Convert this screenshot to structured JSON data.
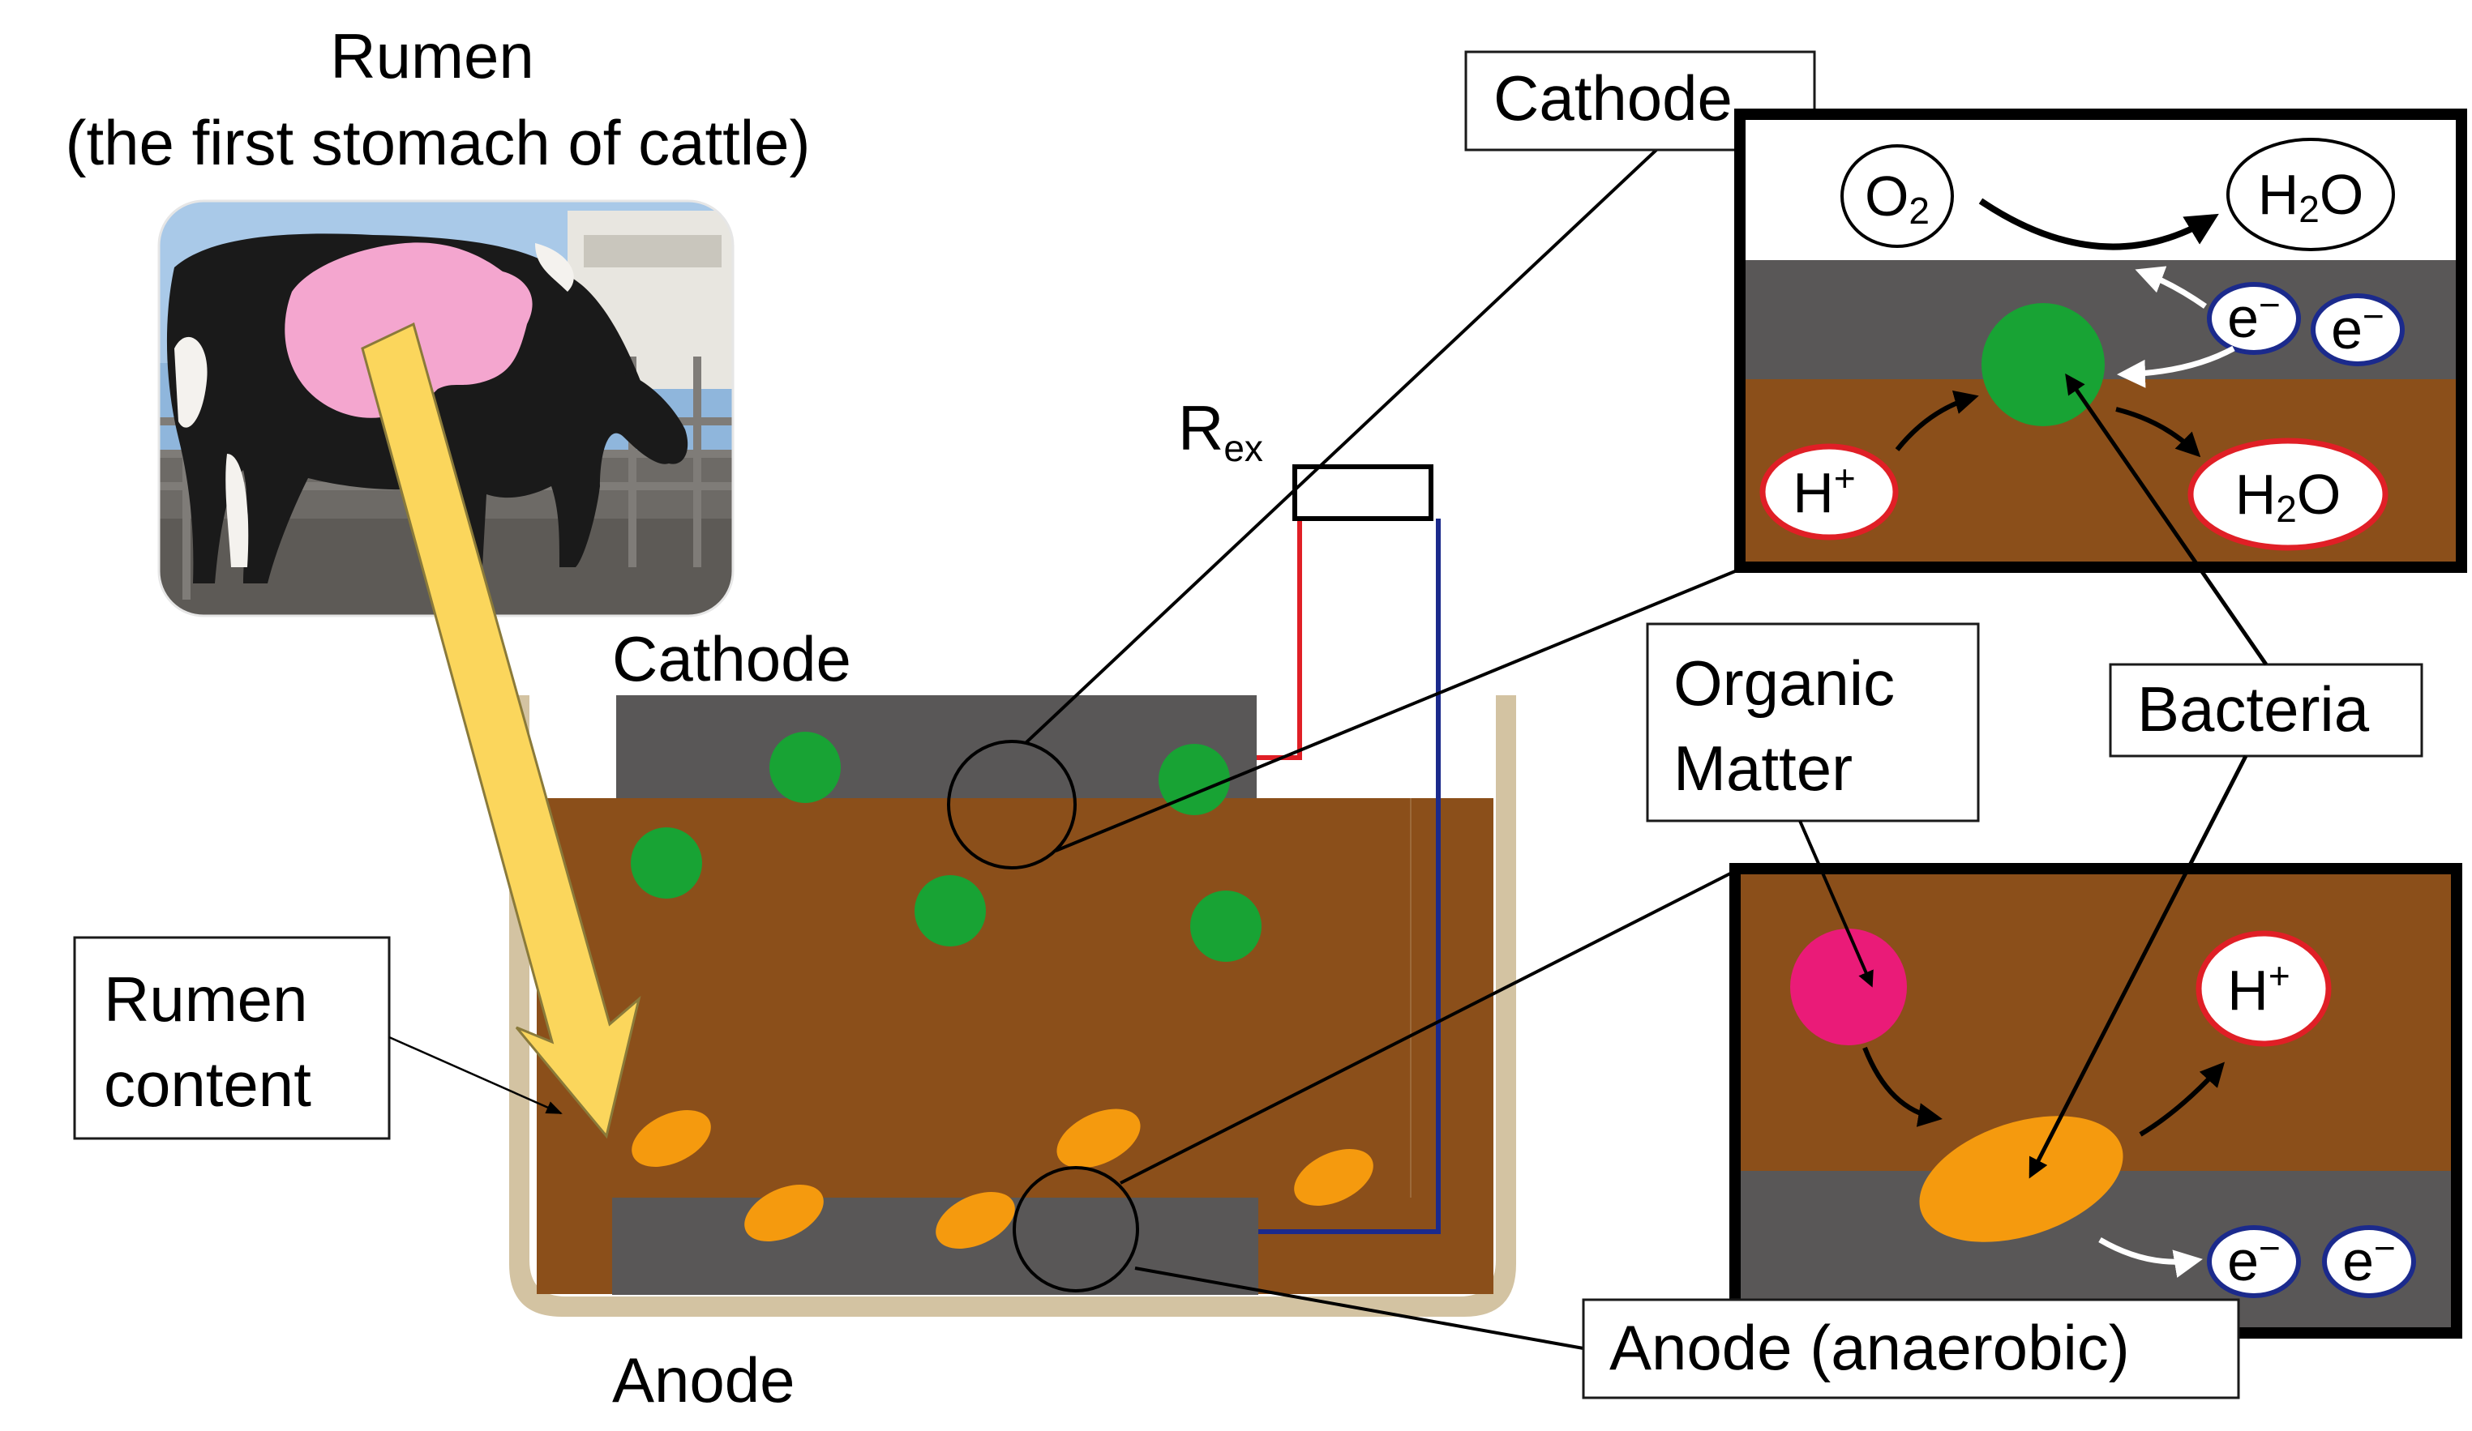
{
  "title_line1": "Rumen",
  "title_line2": "(the first stomach of cattle)",
  "labels": {
    "cathode_top": "Cathode",
    "cathode_reactor": "Cathode",
    "anode_reactor": "Anode",
    "rumen_content_line1": "Rumen",
    "rumen_content_line2": "content",
    "organic_matter_line1": "Organic",
    "organic_matter_line2": "Matter",
    "bacteria": "Bacteria",
    "anode_anaerobic": "Anode (anaerobic)",
    "rex_main": "R",
    "rex_sub": "ex"
  },
  "chem": {
    "o2_main": "O",
    "o2_sub": "2",
    "h2o_top_h": "H",
    "h2o_top_sub": "2",
    "h2o_top_o": "O",
    "h2o_right_h": "H",
    "h2o_right_sub": "2",
    "h2o_right_o": "O",
    "hplus_cathode_main": "H",
    "hplus_cathode_sup": "+",
    "hplus_anode_main": "H",
    "hplus_anode_sup": "+",
    "electron_main": "e",
    "electron_sup": "−"
  },
  "colors": {
    "rumen_brown": "#8b4f1a",
    "electrode_gray": "#595757",
    "bacteria_green": "#18a334",
    "bacteria_orange": "#f59a0e",
    "organic_magenta": "#ea1b78",
    "container_tan": "#d3c3a2",
    "arrow_yellow": "#fbd65c",
    "wire_red": "#e01f26",
    "wire_blue": "#1b2a8c",
    "hplus_red": "#e01f26",
    "electron_blue": "#1b2a8c"
  },
  "icons": [
    "cow-photo",
    "yellow-arrow",
    "resistor",
    "callout-circle"
  ]
}
